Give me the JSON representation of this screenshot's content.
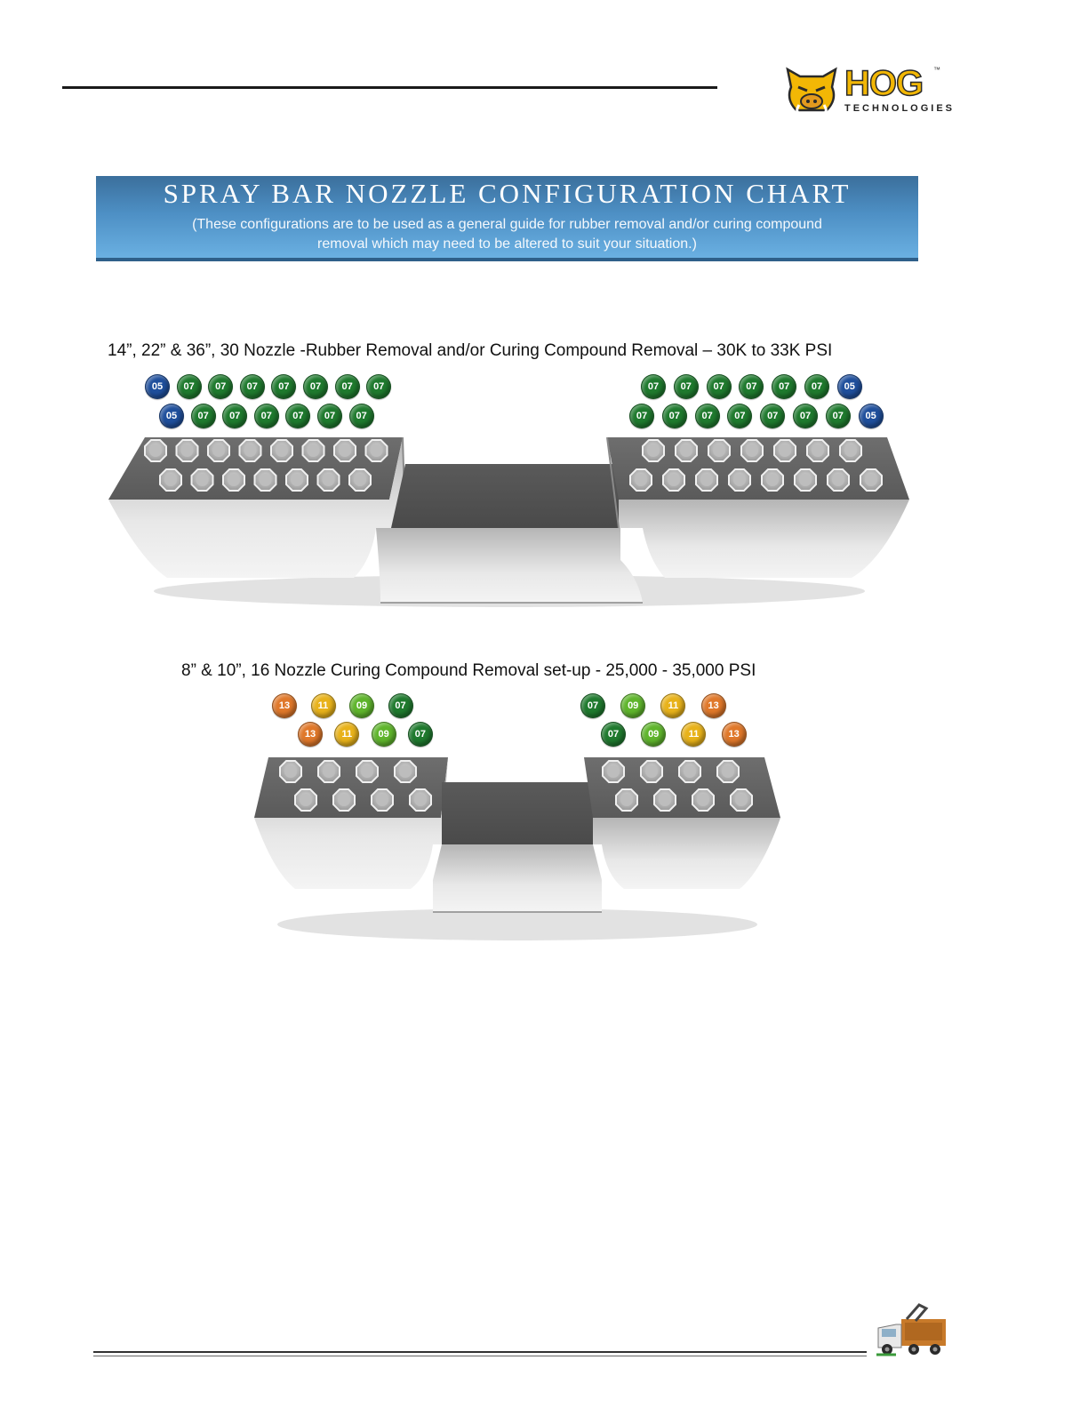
{
  "logo": {
    "word": "HOG",
    "tm": "™",
    "sub": "TECHNOLOGIES"
  },
  "banner": {
    "title": "SPRAY BAR NOZZLE CONFIGURATION CHART",
    "subtitle_line1": "(These configurations are to be used as a general guide for rubber removal and/or curing compound",
    "subtitle_line2": "removal which may need to be altered to suit your situation.)"
  },
  "colors": {
    "05": "#1f4f9c",
    "07": "#1f7a2e",
    "09": "#5fb52c",
    "11": "#e8b21a",
    "13": "#e0782a"
  },
  "config1": {
    "heading": "14”, 22” & 36”, 30 Nozzle -Rubber Removal and/or Curing Compound Removal – 30K to 33K PSI",
    "left_top": [
      "05",
      "07",
      "07",
      "07",
      "07",
      "07",
      "07",
      "07"
    ],
    "left_bottom": [
      "05",
      "07",
      "07",
      "07",
      "07",
      "07",
      "07"
    ],
    "right_top": [
      "07",
      "07",
      "07",
      "07",
      "07",
      "07",
      "05"
    ],
    "right_bottom": [
      "07",
      "07",
      "07",
      "07",
      "07",
      "07",
      "07",
      "05"
    ]
  },
  "config2": {
    "heading": "8” & 10”, 16 Nozzle Curing Compound Removal set-up - 25,000 - 35,000  PSI",
    "left_top": [
      "13",
      "11",
      "09",
      "07"
    ],
    "left_bottom": [
      "13",
      "11",
      "09",
      "07"
    ],
    "right_top": [
      "07",
      "09",
      "11",
      "13"
    ],
    "right_bottom": [
      "07",
      "09",
      "11",
      "13"
    ]
  }
}
